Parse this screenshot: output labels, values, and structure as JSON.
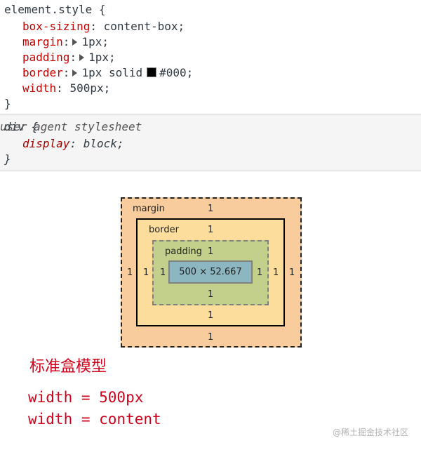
{
  "element_style_rule": {
    "selector": "element.style {",
    "close": "}",
    "declarations": [
      {
        "prop": "box-sizing",
        "value": "content-box;"
      },
      {
        "prop": "margin",
        "value": "1px;"
      },
      {
        "prop": "padding",
        "value": "1px;"
      },
      {
        "prop": "border",
        "value_before": "1px solid",
        "color_value": "#000;"
      },
      {
        "prop": "width",
        "value": "500px;"
      }
    ]
  },
  "ua_rule": {
    "selector": "div {",
    "origin": "user agent stylesheet",
    "close": "}",
    "declaration": {
      "prop": "display",
      "value": "block;"
    }
  },
  "box_model": {
    "margin_label": "margin",
    "border_label": "border",
    "padding_label": "padding",
    "margin": {
      "top": "1",
      "right": "1",
      "bottom": "1",
      "left": "1"
    },
    "border": {
      "top": "1",
      "right": "1",
      "bottom": "1",
      "left": "1"
    },
    "padding": {
      "top": "1",
      "right": "1",
      "bottom": "1",
      "left": "1"
    },
    "content": "500 × 52.667",
    "colors": {
      "margin": "#f9cc9d",
      "border": "#fddd9b",
      "padding": "#c3d08b",
      "content": "#8cb6c0"
    }
  },
  "notes": {
    "title": "标准盒模型",
    "line1": "width = 500px",
    "line2": "width = content"
  },
  "watermark": "@稀土掘金技术社区"
}
